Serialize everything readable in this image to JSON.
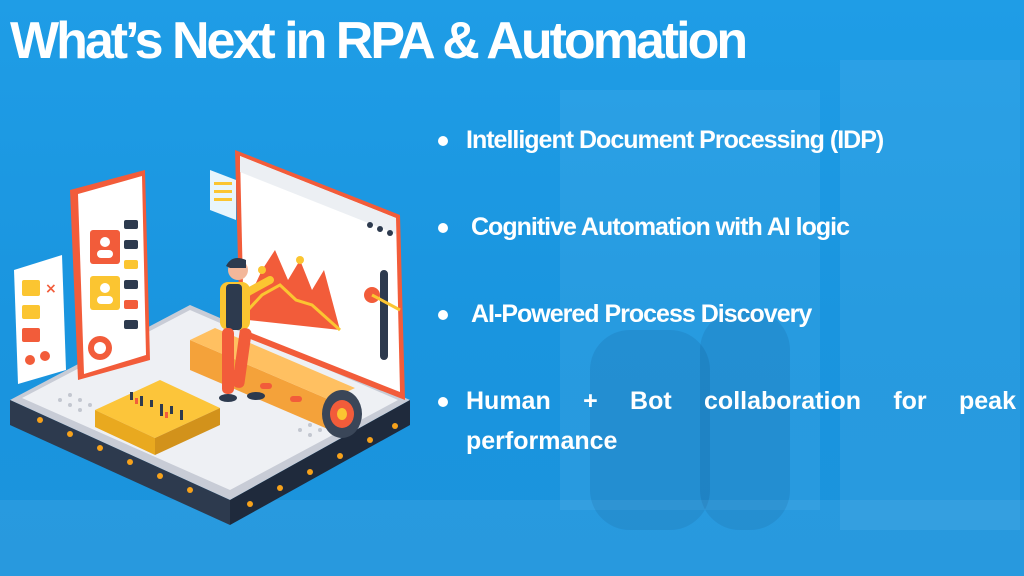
{
  "slide": {
    "title": "What’s Next in RPA & Automation",
    "bullets": [
      "Intelligent Document Processing (IDP)",
      "Cognitive Automation with AI logic",
      "AI-Powered Process Discovery",
      "Human + Bot collaboration for peak performance"
    ]
  },
  "colors": {
    "background": "#1f9de6",
    "text": "#ffffff",
    "accent_orange": "#f25c3a",
    "accent_yellow": "#fbc531"
  },
  "icons": [
    "bullet-dot",
    "person-icon",
    "close-icon",
    "equals-icon",
    "chart-illustration"
  ]
}
